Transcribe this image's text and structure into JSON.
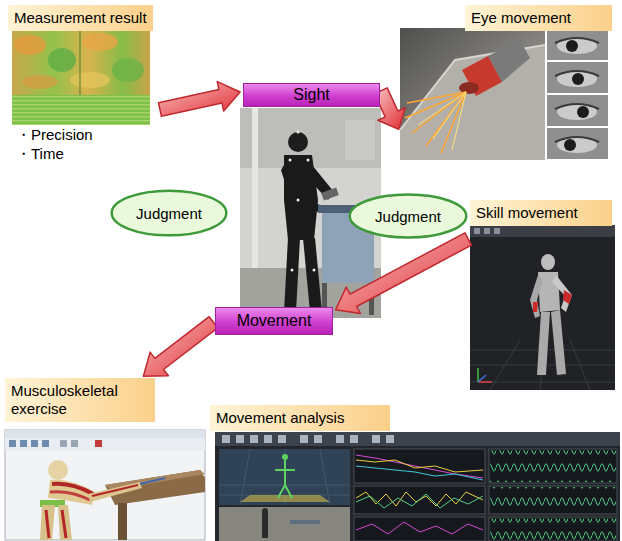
{
  "diagram": {
    "nodes": [
      {
        "text": [
          "Measurement result"
        ]
      },
      {
        "text": [
          "Eye movement"
        ]
      },
      {
        "text": [
          "Sight"
        ]
      },
      {
        "text": [
          "Judgment"
        ]
      },
      {
        "text": [
          "Judgment"
        ]
      },
      {
        "text": [
          "Skill movement"
        ]
      },
      {
        "text": [
          "Movement"
        ]
      },
      {
        "text": [
          "Musculoskeletal exercise"
        ]
      },
      {
        "text": [
          "Movement analysis"
        ]
      }
    ],
    "edges": [
      {
        "from": 0,
        "to": 2,
        "arrow": "to"
      },
      {
        "from": 2,
        "to": 1,
        "arrow": "to"
      },
      {
        "from": 5,
        "to": 6,
        "arrow": "to"
      },
      {
        "from": 6,
        "to": 7,
        "arrow": "to"
      }
    ],
    "labels": [
      "・Precision",
      "・Time"
    ]
  }
}
